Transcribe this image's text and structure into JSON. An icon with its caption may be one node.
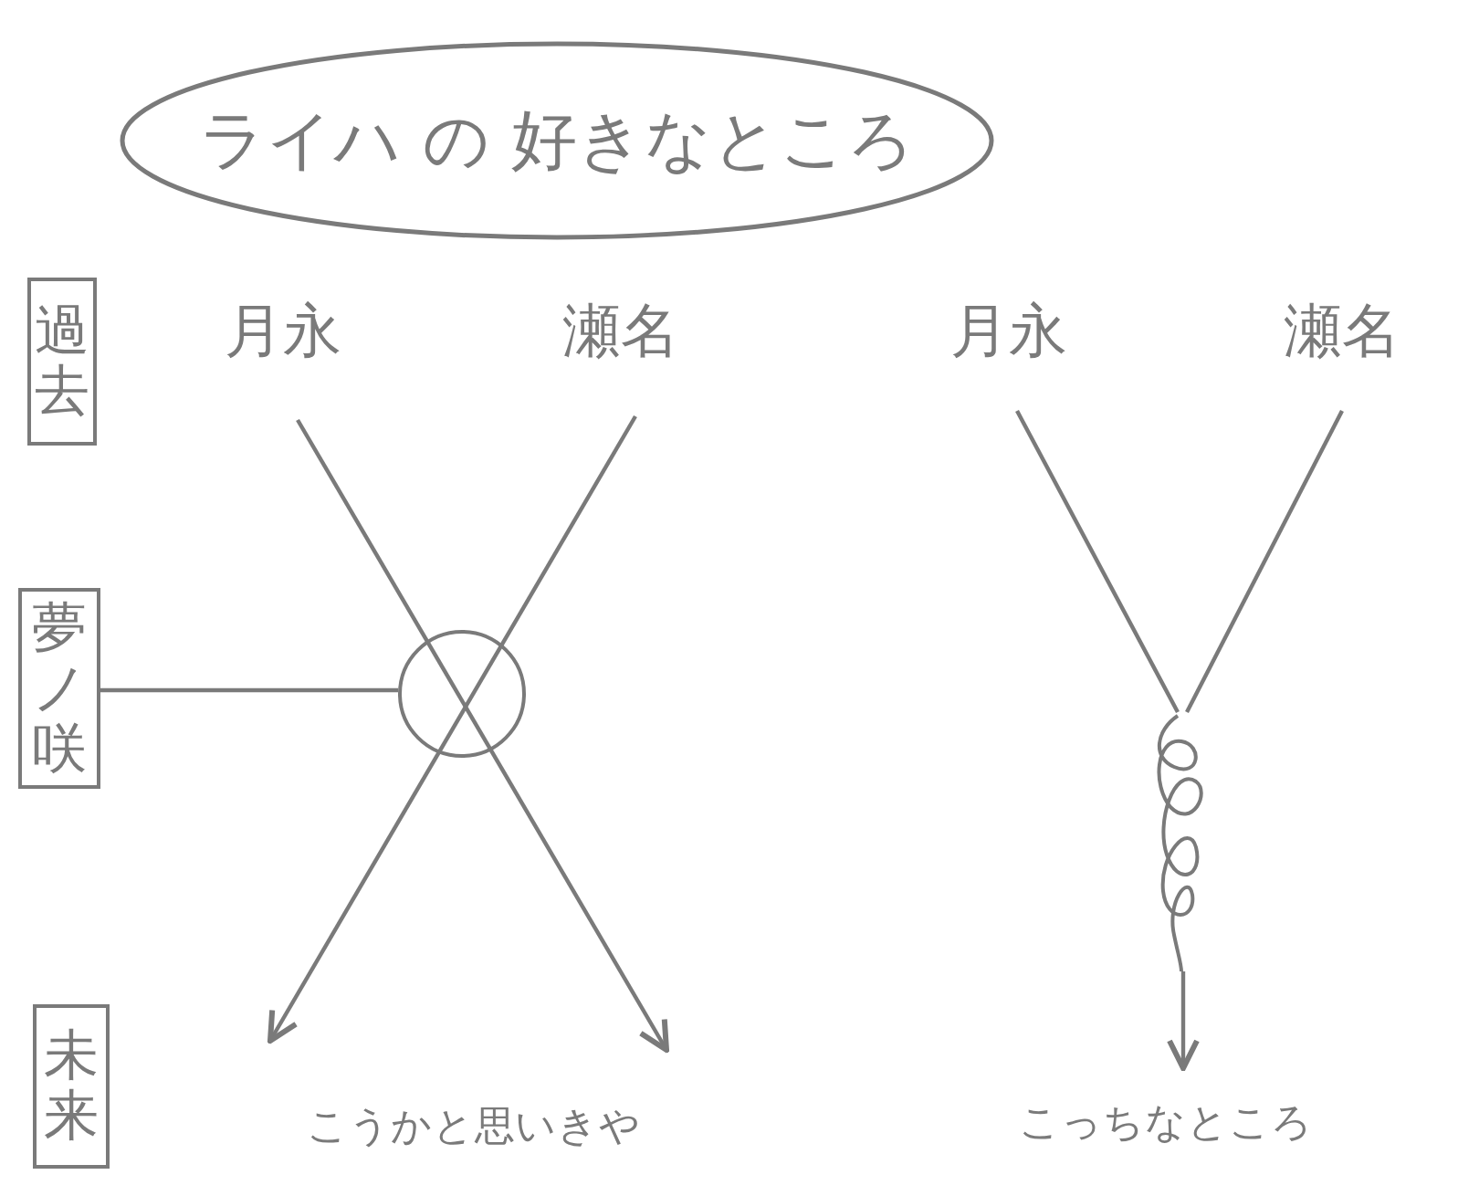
{
  "diagram": {
    "nodes": [
      {
        "text": [
          "ライハ の 好きなところ"
        ]
      },
      {
        "text": [
          "過去"
        ]
      },
      {
        "text": [
          "夢ノ咲"
        ]
      },
      {
        "text": [
          "未来"
        ]
      },
      {
        "text": [
          "月永"
        ]
      },
      {
        "text": [
          "瀬名"
        ]
      },
      {
        "text": [],
        "shape": "circle"
      },
      {
        "text": [
          "月永"
        ]
      },
      {
        "text": [
          "瀬名"
        ]
      },
      {
        "text": [],
        "shape": "picture"
      }
    ],
    "edges": [
      {
        "from": 2,
        "to": 6,
        "arrow": "none"
      },
      {
        "from": 4,
        "to": null,
        "arrow": "to"
      },
      {
        "from": 5,
        "to": null,
        "arrow": "to"
      },
      {
        "from": 7,
        "to": 9,
        "arrow": "none"
      },
      {
        "from": 8,
        "to": 9,
        "arrow": "none"
      },
      {
        "from": 9,
        "to": null,
        "arrow": "to"
      }
    ],
    "labels": [
      "こうかと思いきや",
      "こっちなところ"
    ]
  }
}
